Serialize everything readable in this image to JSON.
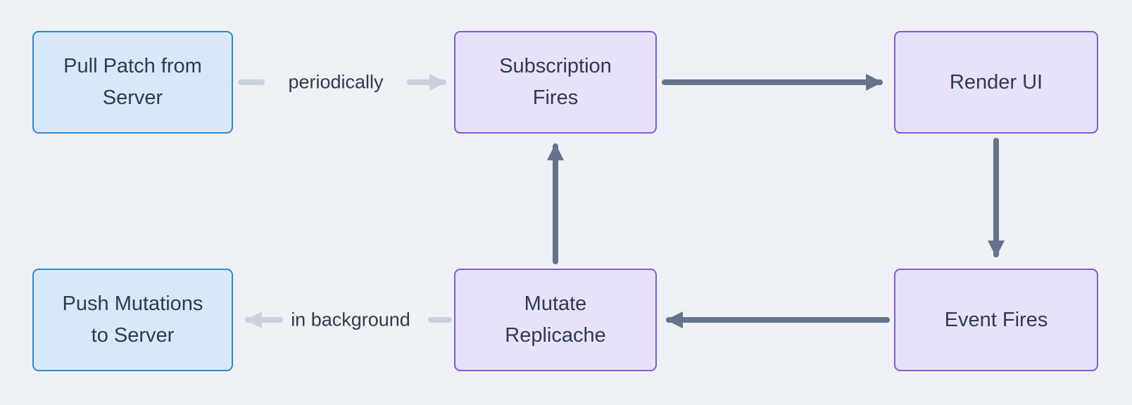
{
  "nodes": {
    "pull_patch": {
      "label": "Pull Patch from\nServer",
      "type": "blue"
    },
    "subscription_fires": {
      "label": "Subscription\nFires",
      "type": "purple"
    },
    "render_ui": {
      "label": "Render UI",
      "type": "purple"
    },
    "push_mutations": {
      "label": "Push Mutations\nto Server",
      "type": "blue"
    },
    "mutate_replicache": {
      "label": "Mutate\nReplicache",
      "type": "purple"
    },
    "event_fires": {
      "label": "Event Fires",
      "type": "purple"
    }
  },
  "edge_labels": {
    "periodically": "periodically",
    "in_background": "in background"
  },
  "colors": {
    "background": "#eef1f5",
    "blue_node_fill": "#d7e9f9",
    "blue_node_border": "#2f87d3",
    "purple_node_fill": "#e7e1fb",
    "purple_node_border": "#7e5cd8",
    "dark_arrow": "#64748b",
    "light_arrow": "#c9d2dc",
    "text": "#2e3b4e"
  }
}
